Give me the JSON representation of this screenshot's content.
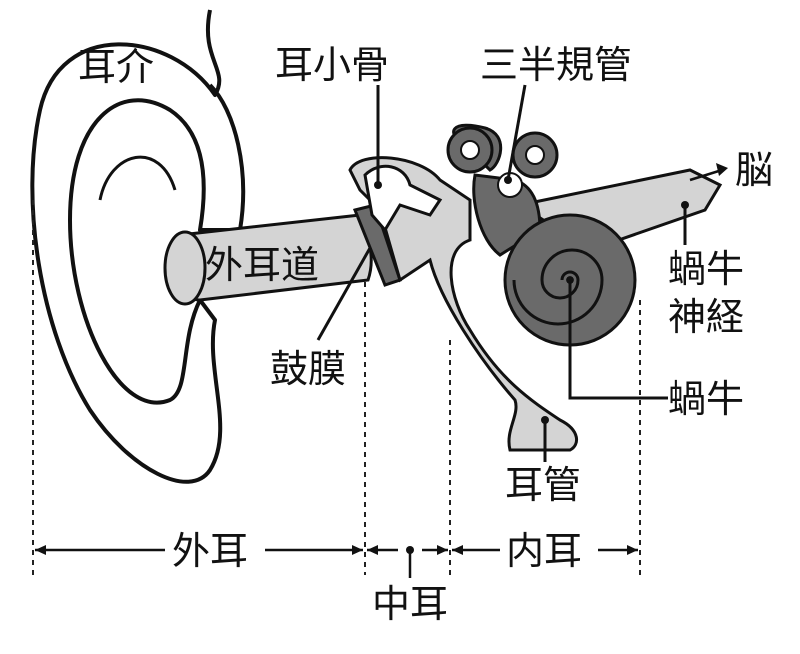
{
  "labels": {
    "auricle": "耳介",
    "ossicles": "耳小骨",
    "semicircular_canals": "三半規管",
    "brain": "脳",
    "ear_canal": "外耳道",
    "eardrum": "鼓膜",
    "cochlear_nerve_1": "蝸牛",
    "cochlear_nerve_2": "神経",
    "cochlea": "蝸牛",
    "eustachian_tube": "耳管"
  },
  "sections": {
    "outer": "外耳",
    "middle": "中耳",
    "inner": "内耳"
  },
  "colors": {
    "light_gray": "#d4d4d4",
    "dark_gray": "#6a6a6a",
    "outline": "#111111"
  }
}
